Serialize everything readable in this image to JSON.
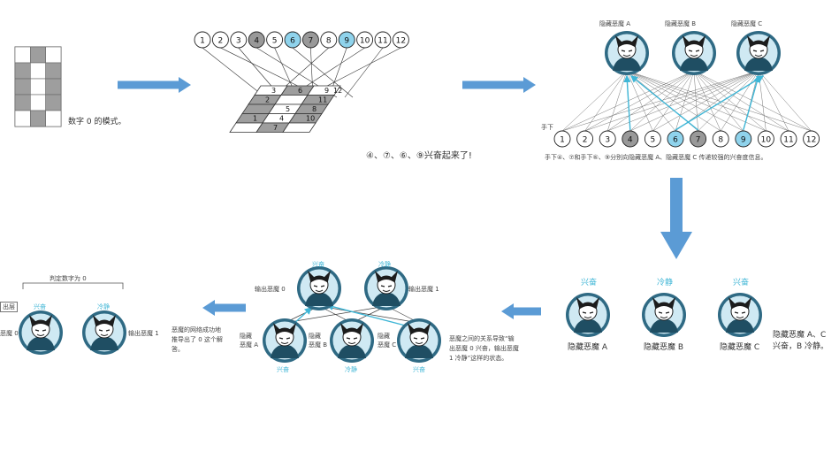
{
  "colors": {
    "arrow": "#5b9bd5",
    "teal": "#3fb6d6",
    "node_fill_lit": "#8fd3ec",
    "node_fill_dim": "#999999",
    "grid_gray": "#9e9e9e",
    "demon_circle": "#2f6a84",
    "demon_face": "#cfe9f3"
  },
  "icons": {
    "demon": "demon-icon",
    "arrow": "right-arrow-icon"
  },
  "step1": {
    "caption": "数字 0 的模式。"
  },
  "step2": {
    "nodes": [
      "1",
      "2",
      "3",
      "4",
      "5",
      "6",
      "7",
      "8",
      "9",
      "10",
      "11",
      "12"
    ],
    "dim_nodes": [
      "4",
      "7"
    ],
    "lit_nodes": [
      "6",
      "9"
    ],
    "caption": "④、⑦、⑥、⑨兴奋起来了!"
  },
  "step3": {
    "hidden": [
      "隐藏恶魔 A",
      "隐藏恶魔 B",
      "隐藏恶魔 C"
    ],
    "subordinates_label": "手下",
    "nodes": [
      "1",
      "2",
      "3",
      "4",
      "5",
      "6",
      "7",
      "8",
      "9",
      "10",
      "11",
      "12"
    ],
    "caption": "手下④、⑦和手下⑥、⑨分别向隐藏恶魔 A、隐藏恶魔 C 传递较强的兴奋度信息。"
  },
  "step4": {
    "states": [
      "兴奋",
      "冷静",
      "兴奋"
    ],
    "names": [
      "隐藏恶魔 A",
      "隐藏恶魔 B",
      "隐藏恶魔 C"
    ],
    "caption": "隐藏恶魔 A、C 兴奋，B 冷静。"
  },
  "step5": {
    "output0_label": "输出恶魔 0",
    "output1_label": "输出恶魔 1",
    "output0_state": "兴奋",
    "output1_state": "冷静",
    "hidden_labels": [
      "隐藏\n恶魔 A",
      "隐藏\n恶魔 B",
      "隐藏\n恶魔 C"
    ],
    "hidden_states": [
      "兴奋",
      "冷静",
      "兴奋"
    ],
    "caption": "恶魔之间的关系导致“输出恶魔 0 兴奋，输出恶魔 1 冷静”这样的状态。"
  },
  "step6": {
    "bracket_label": "判定数字为 0",
    "layer_tag": "出层",
    "output0_state": "兴奋",
    "output1_state": "冷静",
    "output0_label": "恶魔 0",
    "output1_label": "输出恶魔 1",
    "caption": "恶魔的网络成功地推导出了 0 这个解答。"
  }
}
